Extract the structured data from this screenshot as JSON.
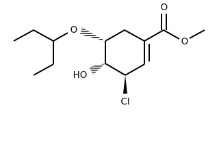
{
  "molecule": {
    "atoms": {
      "carbonyl_o": "O",
      "ester_o": "O",
      "ether_o": "O",
      "hydroxyl": "HO",
      "chlorine": "Cl"
    }
  }
}
